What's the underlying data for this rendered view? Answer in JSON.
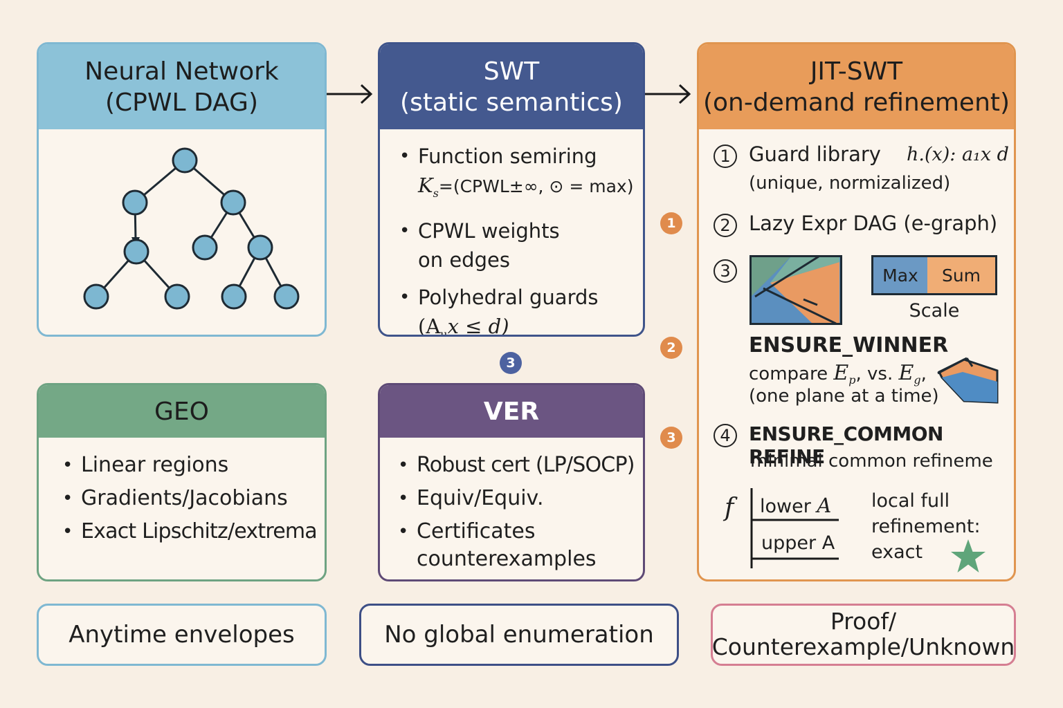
{
  "colors": {
    "nn_head": "#8cc2d8",
    "nn_border": "#7fb8d2",
    "node": "#7db7d1",
    "swt_head": "#44598f",
    "swt_border": "#3f548a",
    "jit_head": "#e89c5a",
    "jit_border": "#e0954f",
    "geo_head": "#74a886",
    "geo_border": "#6ea382",
    "ver_head": "#6b5582",
    "ver_border": "#5e4a76",
    "badge_orange": "#e08b4c",
    "badge_blue": "#4d62a0",
    "bottom1_border": "#7fb8d2",
    "bottom2_border": "#3d4f86",
    "bottom3_border": "#d57e92"
  },
  "nn": {
    "title_line1": "Neural Network",
    "title_line2": "(CPWL DAG)",
    "diagram_icon": "tree-graph-icon"
  },
  "swt": {
    "title_line1": "SWT",
    "title_line2": "(static semantics)",
    "b1_line1": "Function semiring",
    "b1_math_k": "K",
    "b1_math_sub": "s",
    "b1_math_rest": "=(CPWL±∞, ⊙ = max)",
    "b2_line1": "CPWL weights",
    "b2_line2": "on edges",
    "b3_line1": "Polyhedral guards",
    "b3_line2": "(A",
    "b3_sub": "u",
    "b3_rest": "x ≤ d)"
  },
  "jit": {
    "title_line1": "JIT-SWT",
    "title_line2": "(on-demand refinement)",
    "n1": "1",
    "n2": "2",
    "n3": "3",
    "n4": "4",
    "item1_line1": "Guard library",
    "item1_line2": "(unique, normizalized)",
    "item1_math": "h.(x): a₁x d",
    "item2": "Lazy Expr DAG (e-graph)",
    "max_label": "Max",
    "sum_label": "Sum",
    "scale_label": "Scale",
    "ensure_winner": "ENSURE_WINNER",
    "compare_line_pre": "compare",
    "compare_ep": "E",
    "compare_ep_sub": "p",
    "compare_vs": ", vs.",
    "compare_eg": "E",
    "compare_eg_sub": "g",
    "compare_end": ",",
    "one_plane": "(one plane at a time)",
    "ensure_common": "ENSURE_COMMON REFINE",
    "minimal_common": "minimal common refineme",
    "f_symbol": "f",
    "lower_pre": "lower",
    "lower_a": "A",
    "upper_pre": "upper",
    "upper_a": "A",
    "local_line1": "local full",
    "local_line2": "refinement:",
    "local_line3": "exact",
    "star_icon": "star-icon"
  },
  "badges": {
    "b1": "1",
    "b2": "2",
    "b3": "3",
    "center": "3"
  },
  "geo": {
    "title": "GEO",
    "items": [
      "Linear regions",
      "Gradients/Jacobians",
      "Exact Lipschitz/extrema"
    ]
  },
  "ver": {
    "title": "VER",
    "items": [
      "Robust cert (LP/SOCP)",
      "Equiv/Equiv.",
      "Certificates"
    ],
    "item3_line2": "counterexamples"
  },
  "bottom": {
    "left": "Anytime envelopes",
    "middle": "No global enumeration",
    "right_line1": "Proof/",
    "right_line2": "Counterexample/Unknown"
  }
}
